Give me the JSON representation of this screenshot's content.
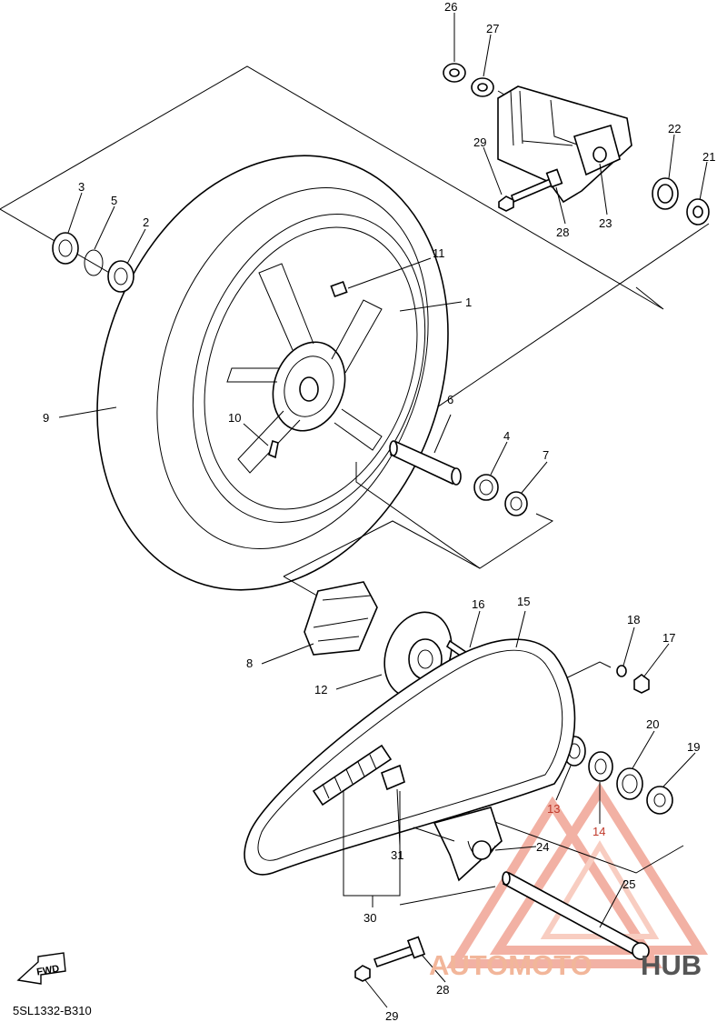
{
  "diagram": {
    "code": "5SL1332-B310",
    "fwd_label": "FWD",
    "part_labels": [
      {
        "id": "26",
        "text": "26"
      },
      {
        "id": "27",
        "text": "27"
      },
      {
        "id": "29a",
        "text": "29"
      },
      {
        "id": "22",
        "text": "22"
      },
      {
        "id": "21",
        "text": "21"
      },
      {
        "id": "28a",
        "text": "28"
      },
      {
        "id": "23",
        "text": "23"
      },
      {
        "id": "3",
        "text": "3"
      },
      {
        "id": "5",
        "text": "5"
      },
      {
        "id": "2",
        "text": "2"
      },
      {
        "id": "11",
        "text": "11"
      },
      {
        "id": "1",
        "text": "1"
      },
      {
        "id": "9",
        "text": "9"
      },
      {
        "id": "6",
        "text": "6"
      },
      {
        "id": "10",
        "text": "10"
      },
      {
        "id": "4",
        "text": "4"
      },
      {
        "id": "7",
        "text": "7"
      },
      {
        "id": "16",
        "text": "16"
      },
      {
        "id": "15",
        "text": "15"
      },
      {
        "id": "18",
        "text": "18"
      },
      {
        "id": "17",
        "text": "17"
      },
      {
        "id": "8",
        "text": "8"
      },
      {
        "id": "12",
        "text": "12"
      },
      {
        "id": "20",
        "text": "20"
      },
      {
        "id": "19",
        "text": "19"
      },
      {
        "id": "13",
        "text": "13"
      },
      {
        "id": "14",
        "text": "14"
      },
      {
        "id": "24",
        "text": "24"
      },
      {
        "id": "31",
        "text": "31"
      },
      {
        "id": "25",
        "text": "25"
      },
      {
        "id": "30",
        "text": "30"
      },
      {
        "id": "28b",
        "text": "28"
      },
      {
        "id": "29b",
        "text": "29"
      }
    ]
  },
  "watermark": {
    "text_part1": "AUTOMOTO",
    "text_part2": "HUB",
    "color_primary": "#e8735a",
    "color_secondary": "#555555"
  }
}
